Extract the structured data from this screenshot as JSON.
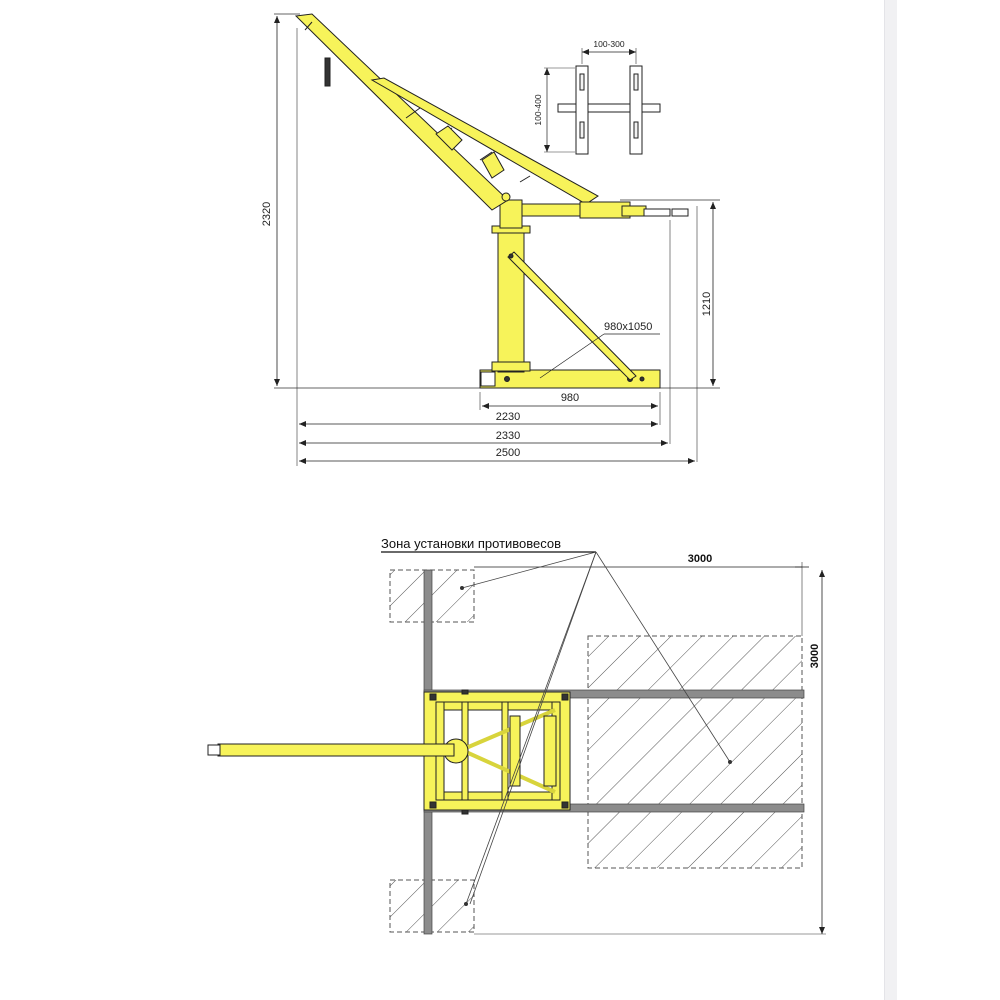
{
  "side_view": {
    "dim_height_total": "2320",
    "dim_height_mast": "1210",
    "dim_frame": "980x1050",
    "dim_base": "980",
    "dim_width_1": "2230",
    "dim_width_2": "2330",
    "dim_width_3": "2500"
  },
  "detail_view": {
    "dim_spacing": "100-300",
    "dim_height": "100-400"
  },
  "plan_view": {
    "zone_label": "Зона установки противовесов",
    "dim_length": "3000",
    "dim_width": "3000"
  },
  "colors": {
    "crane_yellow": "#f7f35a",
    "outline": "#222222",
    "rail_gray": "#8c8c8c",
    "hatch": "#555555"
  }
}
